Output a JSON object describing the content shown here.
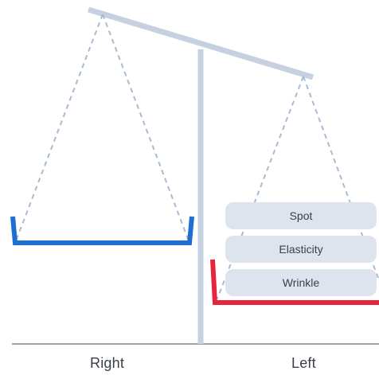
{
  "labels": {
    "right": "Right",
    "left": "Left"
  },
  "right_pan": {
    "items": []
  },
  "left_pan": {
    "items": [
      {
        "label": "Spot"
      },
      {
        "label": "Elasticity"
      },
      {
        "label": "Wrinkle"
      }
    ]
  },
  "colors": {
    "beam": "#c5d1e0",
    "pole": "#c5d1e0",
    "ground": "#7c8390",
    "right_pan": "#1f6fd1",
    "left_pan": "#e8243c",
    "rope": "#a9bbd0",
    "chip_bg": "#dde4ee"
  }
}
